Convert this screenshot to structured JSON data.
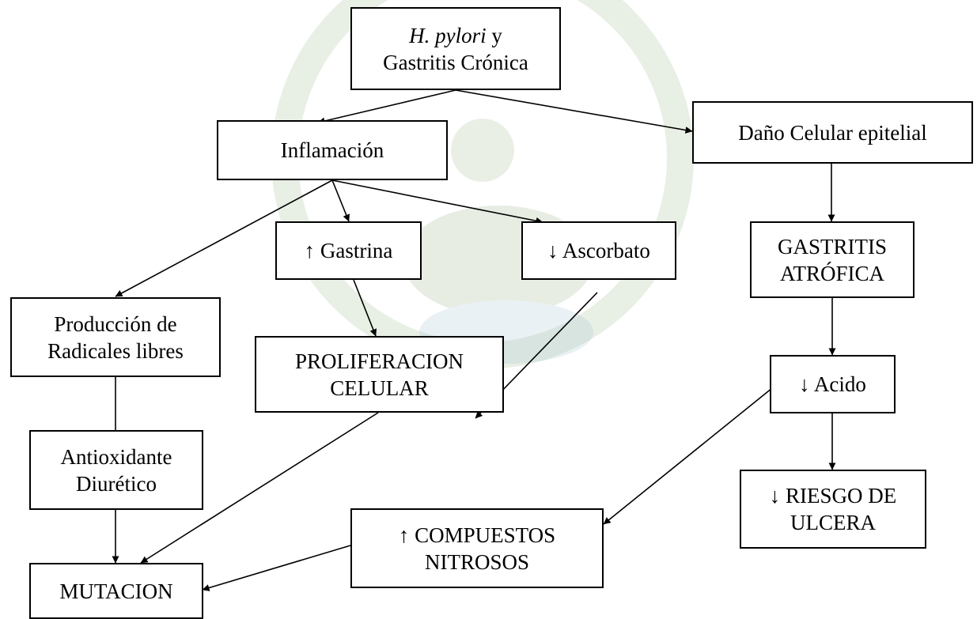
{
  "diagram": {
    "nodes": {
      "h_pylori": {
        "line1_italic": "H. pylori",
        "line1_rest": " y",
        "line2": "Gastritis Crónica"
      },
      "inflamacion": {
        "label": "Inflamación"
      },
      "dano_celular": {
        "label": "Daño Celular epitelial"
      },
      "gastrina": {
        "label": "↑ Gastrina"
      },
      "ascorbato": {
        "label": "↓ Ascorbato"
      },
      "gastritis_atrofica": {
        "line1": "GASTRITIS",
        "line2": "ATRÓFICA"
      },
      "radicales": {
        "line1": "Producción de",
        "line2": "Radicales libres"
      },
      "proliferacion": {
        "line1": "PROLIFERACION",
        "line2": "CELULAR"
      },
      "acido": {
        "label": "↓ Acido"
      },
      "antioxidante": {
        "line1": "Antioxidante",
        "line2": "Diurético"
      },
      "compuestos": {
        "line1": "↑ COMPUESTOS",
        "line2": "NITROSOS"
      },
      "riesgo": {
        "line1": "↓ RIESGO DE",
        "line2": "ULCERA"
      },
      "mutacion": {
        "label": "MUTACION"
      }
    },
    "colors": {
      "stroke": "#000000",
      "background": "#ffffff",
      "watermark": "#9fbf8c"
    }
  }
}
